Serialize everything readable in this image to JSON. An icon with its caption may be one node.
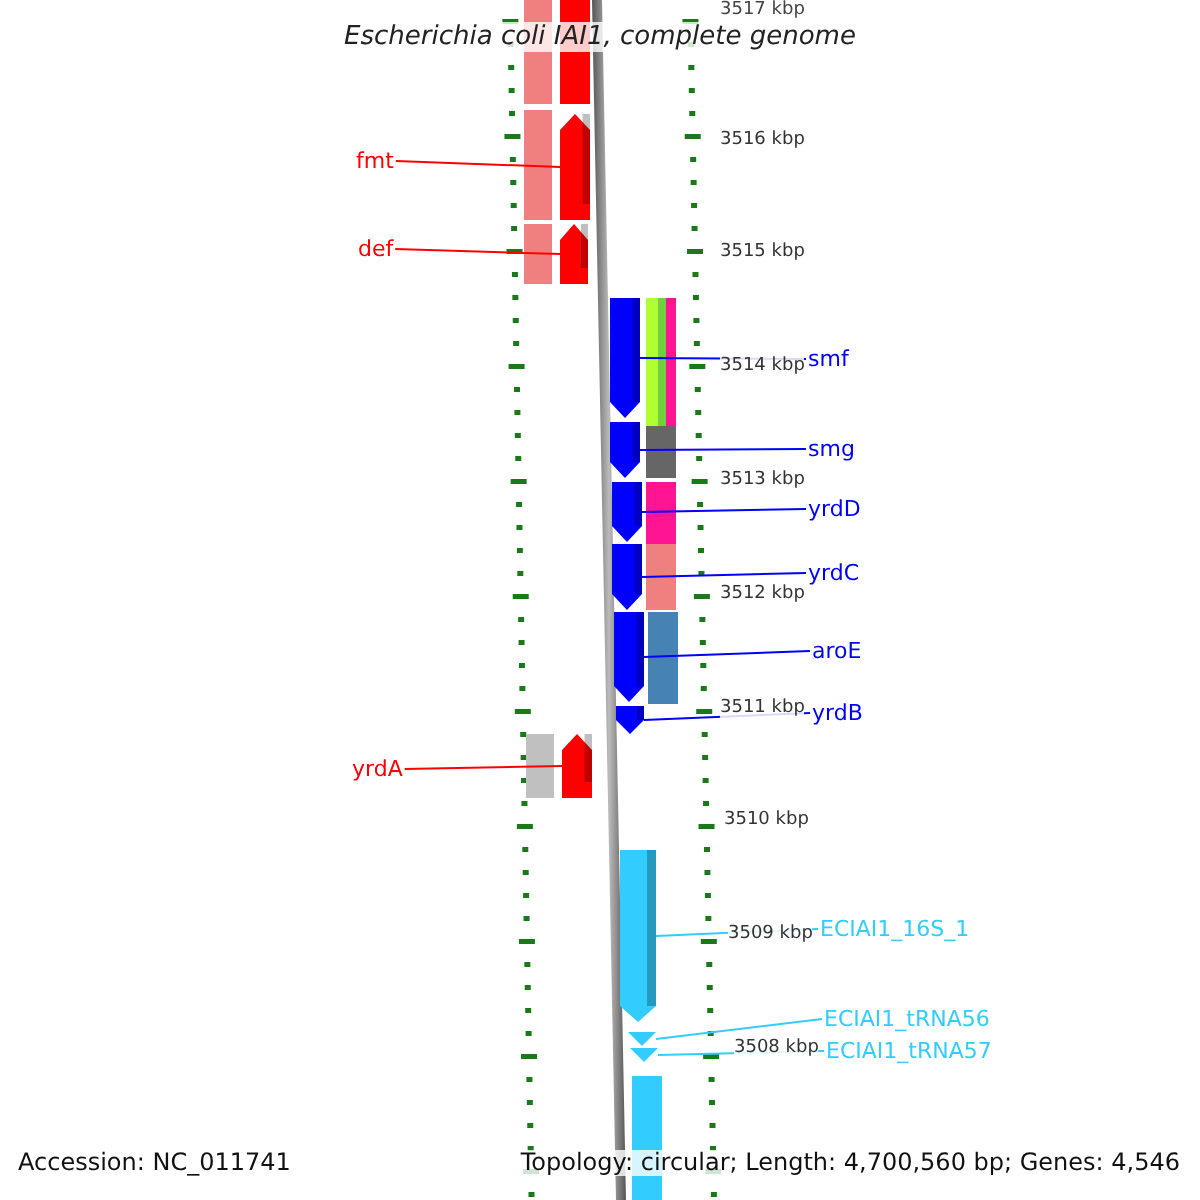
{
  "diagram": {
    "title": "Escherichia coli IAI1, complete genome",
    "nodes": [
      {
        "text": [
          "fmt"
        ]
      },
      {
        "text": [],
        "shape": "bar"
      },
      {
        "text": [
          "def"
        ]
      },
      {
        "text": [],
        "shape": "bar"
      },
      {
        "text": [
          "smf"
        ]
      },
      {
        "text": [],
        "shape": "bar"
      },
      {
        "text": [
          "smg"
        ]
      },
      {
        "text": [],
        "shape": "bar"
      },
      {
        "text": [
          "yrdD"
        ]
      },
      {
        "text": [],
        "shape": "bar"
      },
      {
        "text": [
          "yrdC"
        ]
      },
      {
        "text": [],
        "shape": "bar"
      },
      {
        "text": [
          "aroE"
        ]
      },
      {
        "text": [],
        "shape": "bar"
      },
      {
        "text": [
          "yrdB"
        ]
      },
      {
        "text": [],
        "shape": "bar"
      },
      {
        "text": [
          "yrdA"
        ]
      },
      {
        "text": [],
        "shape": "bar"
      },
      {
        "text": [
          "ECIAI1_16S_1"
        ]
      },
      {
        "text": [],
        "shape": "bar"
      },
      {
        "text": [
          "ECIAI1_tRNA56"
        ]
      },
      {
        "text": [],
        "shape": "bar"
      },
      {
        "text": [
          "ECIAI1_tRNA57"
        ]
      },
      {
        "text": [],
        "shape": "bar"
      }
    ],
    "edges": [
      {
        "from": 0,
        "to": 1,
        "arrow": "none",
        "color": "#ff0000"
      },
      {
        "from": 2,
        "to": 3,
        "arrow": "none",
        "color": "#ff0000"
      },
      {
        "from": 4,
        "to": 5,
        "arrow": "none"
      },
      {
        "from": 6,
        "to": 7,
        "arrow": "none"
      },
      {
        "from": 8,
        "to": 9,
        "arrow": "none"
      },
      {
        "from": 10,
        "to": 11,
        "arrow": "none"
      },
      {
        "from": 12,
        "to": 13,
        "arrow": "none"
      },
      {
        "from": 14,
        "to": 15,
        "arrow": "none"
      },
      {
        "from": 16,
        "to": 17,
        "arrow": "none",
        "color": "#ff0000"
      },
      {
        "from": 18,
        "to": 19,
        "arrow": "none",
        "color": "#33ccff"
      },
      {
        "from": 20,
        "to": 21,
        "arrow": "none",
        "color": "#33ccff"
      },
      {
        "from": 22,
        "to": 23,
        "arrow": "none",
        "color": "#33ccff"
      }
    ],
    "labels": [
      "3517 kbp",
      "3516 kbp",
      "3515 kbp",
      "3514 kbp",
      "3513 kbp",
      "3512 kbp",
      "3511 kbp",
      "3510 kbp",
      "3509 kbp",
      "3508 kbp",
      "Accession: NC_011741",
      "Topology: circular; Length: 4,700,560 bp; Genes: 4,546"
    ]
  }
}
